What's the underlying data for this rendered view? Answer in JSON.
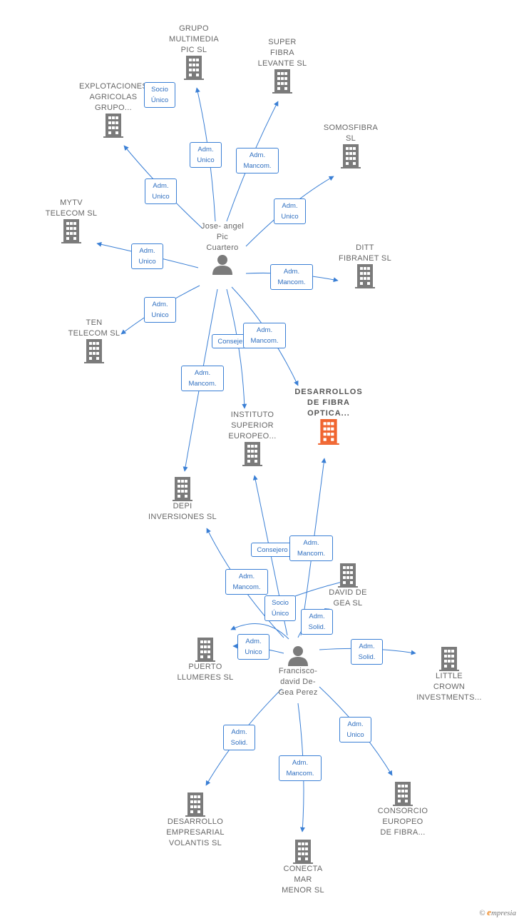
{
  "colors": {
    "edge": "#3a7fd5",
    "building": "#7b7b7b",
    "focus_building": "#f06530",
    "label": "#666666",
    "rel_border": "#3a7fd5"
  },
  "people": {
    "jose": {
      "name": "Jose- angel\nPic\nCuartero"
    },
    "francisco": {
      "name": "Francisco-\ndavid De-\nGea Perez"
    }
  },
  "companies": {
    "grupo_multimedia": "GRUPO\nMULTIMEDIA\nPIC  SL",
    "super_fibra": "SUPER\nFIBRA\nLEVANTE  SL",
    "explotaciones": "EXPLOTACIONES\nAGRICOLAS\nGRUPO...",
    "somosfibra": "SOMOSFIBRA\nSL",
    "mytv": "MYTV\nTELECOM SL",
    "ditt": "DITT\nFIBRANET  SL",
    "ten_telecom": "TEN\nTELECOM  SL",
    "desarrollos_fibra": "DESARROLLOS\nDE FIBRA\nOPTICA...",
    "instituto": "INSTITUTO\nSUPERIOR\nEUROPEO...",
    "depi": "DEPI\nINVERSIONES SL",
    "david_gea": "DAVID DE\nGEA  SL",
    "puerto": "PUERTO\nLLUMERES  SL",
    "little_crown": "LITTLE\nCROWN\nINVESTMENTS...",
    "desarrollo_volantis": "DESARROLLO\nEMPRESARIAL\nVOLANTIS  SL",
    "consorcio": "CONSORCIO\nEUROPEO\nDE FIBRA...",
    "conecta": "CONECTA\nMAR\nMENOR  SL"
  },
  "relations": {
    "socio_unico_explot": "Socio\nÚnico",
    "adm_unico_grupo": "Adm.\nUnico",
    "adm_mancom_super": "Adm.\nMancom.",
    "adm_unico_explot": "Adm.\nUnico",
    "adm_unico_somos": "Adm.\nUnico",
    "adm_unico_mytv": "Adm.\nUnico",
    "adm_mancom_ditt": "Adm.\nMancom.",
    "adm_unico_ten": "Adm.\nUnico",
    "consejero_jose": "Consejero",
    "adm_mancom_desarrollos_j": "Adm.\nMancom.",
    "adm_mancom_depi_j": "Adm.\nMancom.",
    "consejero_fran": "Consejero",
    "adm_mancom_desarrollos_f": "Adm.\nMancom.",
    "adm_mancom_depi_f": "Adm.\nMancom.",
    "socio_unico_david": "Socio\nÚnico",
    "adm_solid_david": "Adm.\nSolid.",
    "adm_unico_puerto": "Adm.\nUnico",
    "adm_solid_little": "Adm.\nSolid.",
    "adm_solid_volantis": "Adm.\nSolid.",
    "adm_mancom_conecta": "Adm.\nMancom.",
    "adm_unico_consorcio": "Adm.\nUnico"
  },
  "footer": {
    "copyright": "©",
    "brand_e": "e",
    "brand_rest": "mpresia"
  }
}
